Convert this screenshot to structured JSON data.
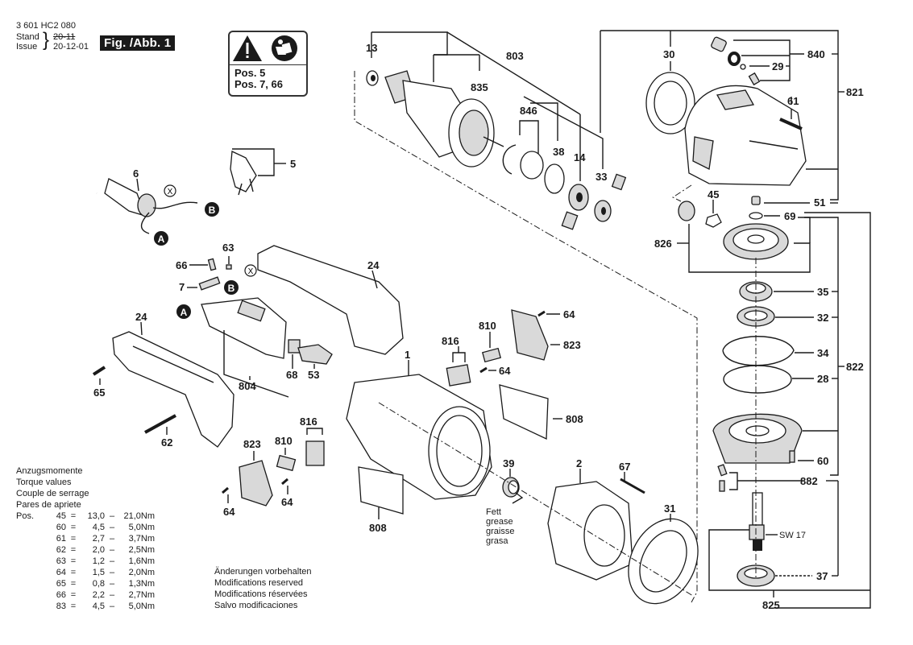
{
  "header": {
    "part_number": "3 601 HC2 080",
    "stand_label": "Stand",
    "issue_label": "Issue",
    "old_date": "20-11",
    "new_date": "20-12-01",
    "figure_label": "Fig. /Abb. 1"
  },
  "warning_box": {
    "icons": [
      "warning-triangle-icon",
      "read-manual-icon"
    ],
    "lines": [
      "Pos. 5",
      "Pos. 7, 66"
    ]
  },
  "torque": {
    "titles": [
      "Anzugsmomente",
      "Torque values",
      "Couple de serrage",
      "Pares de apriete"
    ],
    "prefix": "Pos.",
    "rows": [
      {
        "pos": "45",
        "min": "13,0",
        "max": "21,0Nm"
      },
      {
        "pos": "60",
        "min": "4,5",
        "max": "5,0Nm"
      },
      {
        "pos": "61",
        "min": "2,7",
        "max": "3,7Nm"
      },
      {
        "pos": "62",
        "min": "2,0",
        "max": "2,5Nm"
      },
      {
        "pos": "63",
        "min": "1,2",
        "max": "1,6Nm"
      },
      {
        "pos": "64",
        "min": "1,5",
        "max": "2,0Nm"
      },
      {
        "pos": "65",
        "min": "0,8",
        "max": "1,3Nm"
      },
      {
        "pos": "66",
        "min": "2,2",
        "max": "2,7Nm"
      },
      {
        "pos": "83",
        "min": "4,5",
        "max": "5,0Nm"
      }
    ]
  },
  "notes": [
    "Änderungen vorbehalten",
    "Modifications reserved",
    "Modifications réservées",
    "Salvo modificaciones"
  ],
  "grease_note": [
    "Fett",
    "grease",
    "graisse",
    "grasa"
  ],
  "wrench_note": "SW 17",
  "connectors": {
    "a": "A",
    "b": "B",
    "x": "X"
  },
  "callouts": {
    "p13": "13",
    "p803": "803",
    "p835": "835",
    "p846": "846",
    "p38": "38",
    "p14": "14",
    "p33": "33",
    "p30": "30",
    "p840": "840",
    "p29": "29",
    "p821": "821",
    "p61": "61",
    "p51": "51",
    "p45": "45",
    "p69": "69",
    "p826": "826",
    "p35": "35",
    "p32": "32",
    "p34": "34",
    "p822": "822",
    "p28": "28",
    "p60": "60",
    "p882": "882",
    "p37": "37",
    "p825": "825",
    "p5": "5",
    "p6": "6",
    "p63": "63",
    "p66": "66",
    "p7": "7",
    "p24a": "24",
    "p24b": "24",
    "p804": "804",
    "p68": "68",
    "p53": "53",
    "p65": "65",
    "p62": "62",
    "p1": "1",
    "p816a": "816",
    "p810a": "810",
    "p64a": "64",
    "p64b": "64",
    "p823a": "823",
    "p808a": "808",
    "p823b": "823",
    "p810b": "810",
    "p816b": "816",
    "p64c": "64",
    "p64d": "64",
    "p808b": "808",
    "p39": "39",
    "p2": "2",
    "p67": "67",
    "p31": "31"
  }
}
